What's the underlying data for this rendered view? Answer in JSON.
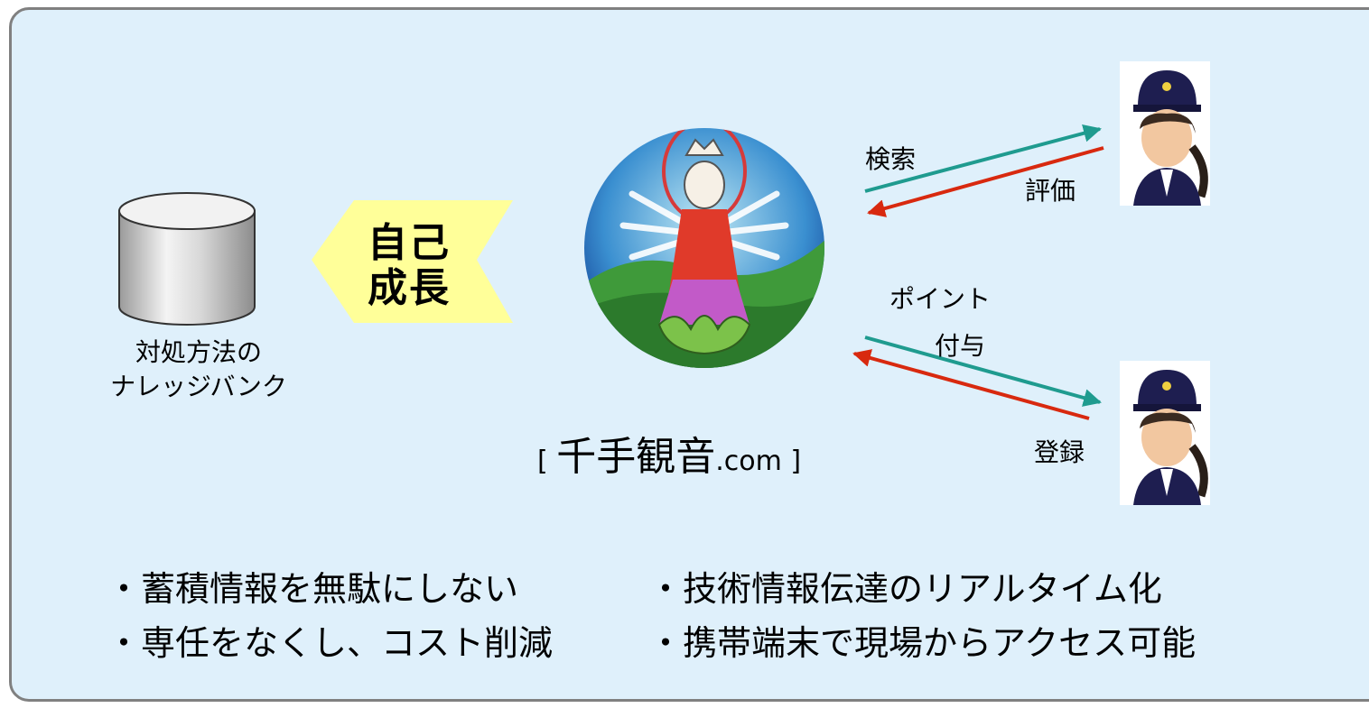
{
  "database": {
    "label_line1": "対処方法の",
    "label_line2": "ナレッジバンク"
  },
  "growth": {
    "line1": "自己",
    "line2": "成長"
  },
  "site": {
    "prefix": "[ ",
    "name": "千手観音",
    "suffix": ".com ]"
  },
  "flows": {
    "search": "検索",
    "rate": "評価",
    "point_line1": "ポイント",
    "point_line2": "付与",
    "register": "登録"
  },
  "bullets": {
    "left": [
      "・蓄積情報を無駄にしない",
      "・専任をなくし、コスト削減"
    ],
    "right": [
      "・技術情報伝達のリアルタイム化",
      "・携帯端末で現場からアクセス可能"
    ]
  },
  "colors": {
    "panel_bg": "#dff0fb",
    "panel_border": "#808080",
    "growth_arrow": "#ffff99",
    "teal_arrow": "#1f9b8f",
    "red_arrow": "#d8290f"
  },
  "icons": [
    "database-icon",
    "kannon-icon",
    "user-icon"
  ]
}
